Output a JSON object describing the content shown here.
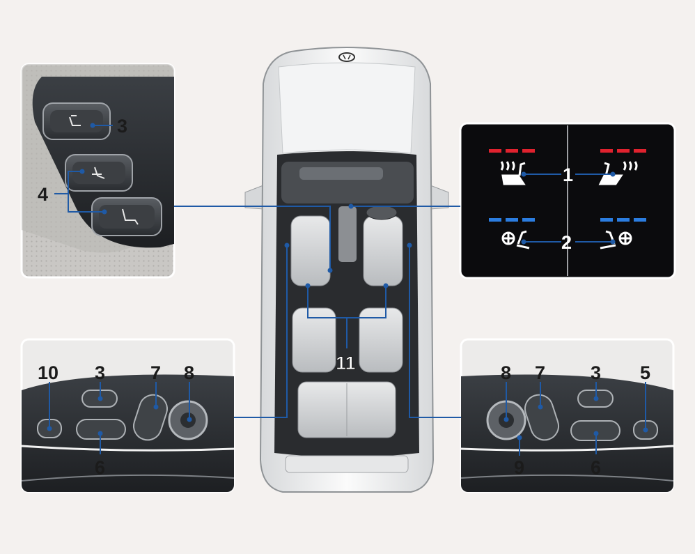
{
  "brand_logo_icon": "hyundai-logo-icon",
  "colors": {
    "background": "#f4f1ef",
    "callout_line": "#1f5aa6",
    "heat_indicator": "#e0222e",
    "vent_indicator": "#2b7de0",
    "display_background": "#0b0b0d"
  },
  "callouts": {
    "top_left_panel": [
      "3",
      "4"
    ],
    "right_display": [
      "1",
      "2"
    ],
    "center_car": [
      "11"
    ],
    "bottom_left_panel": [
      "10",
      "3",
      "7",
      "8",
      "6"
    ],
    "bottom_right_panel": [
      "8",
      "7",
      "3",
      "5",
      "9",
      "6"
    ]
  },
  "icons": {
    "display": [
      "seat-heat-icon",
      "seat-heat-icon",
      "seat-vent-icon",
      "seat-vent-icon"
    ],
    "top_left_switches": [
      "seat-recline-icon",
      "seat-relax-icon",
      "seat-legrest-icon"
    ]
  }
}
